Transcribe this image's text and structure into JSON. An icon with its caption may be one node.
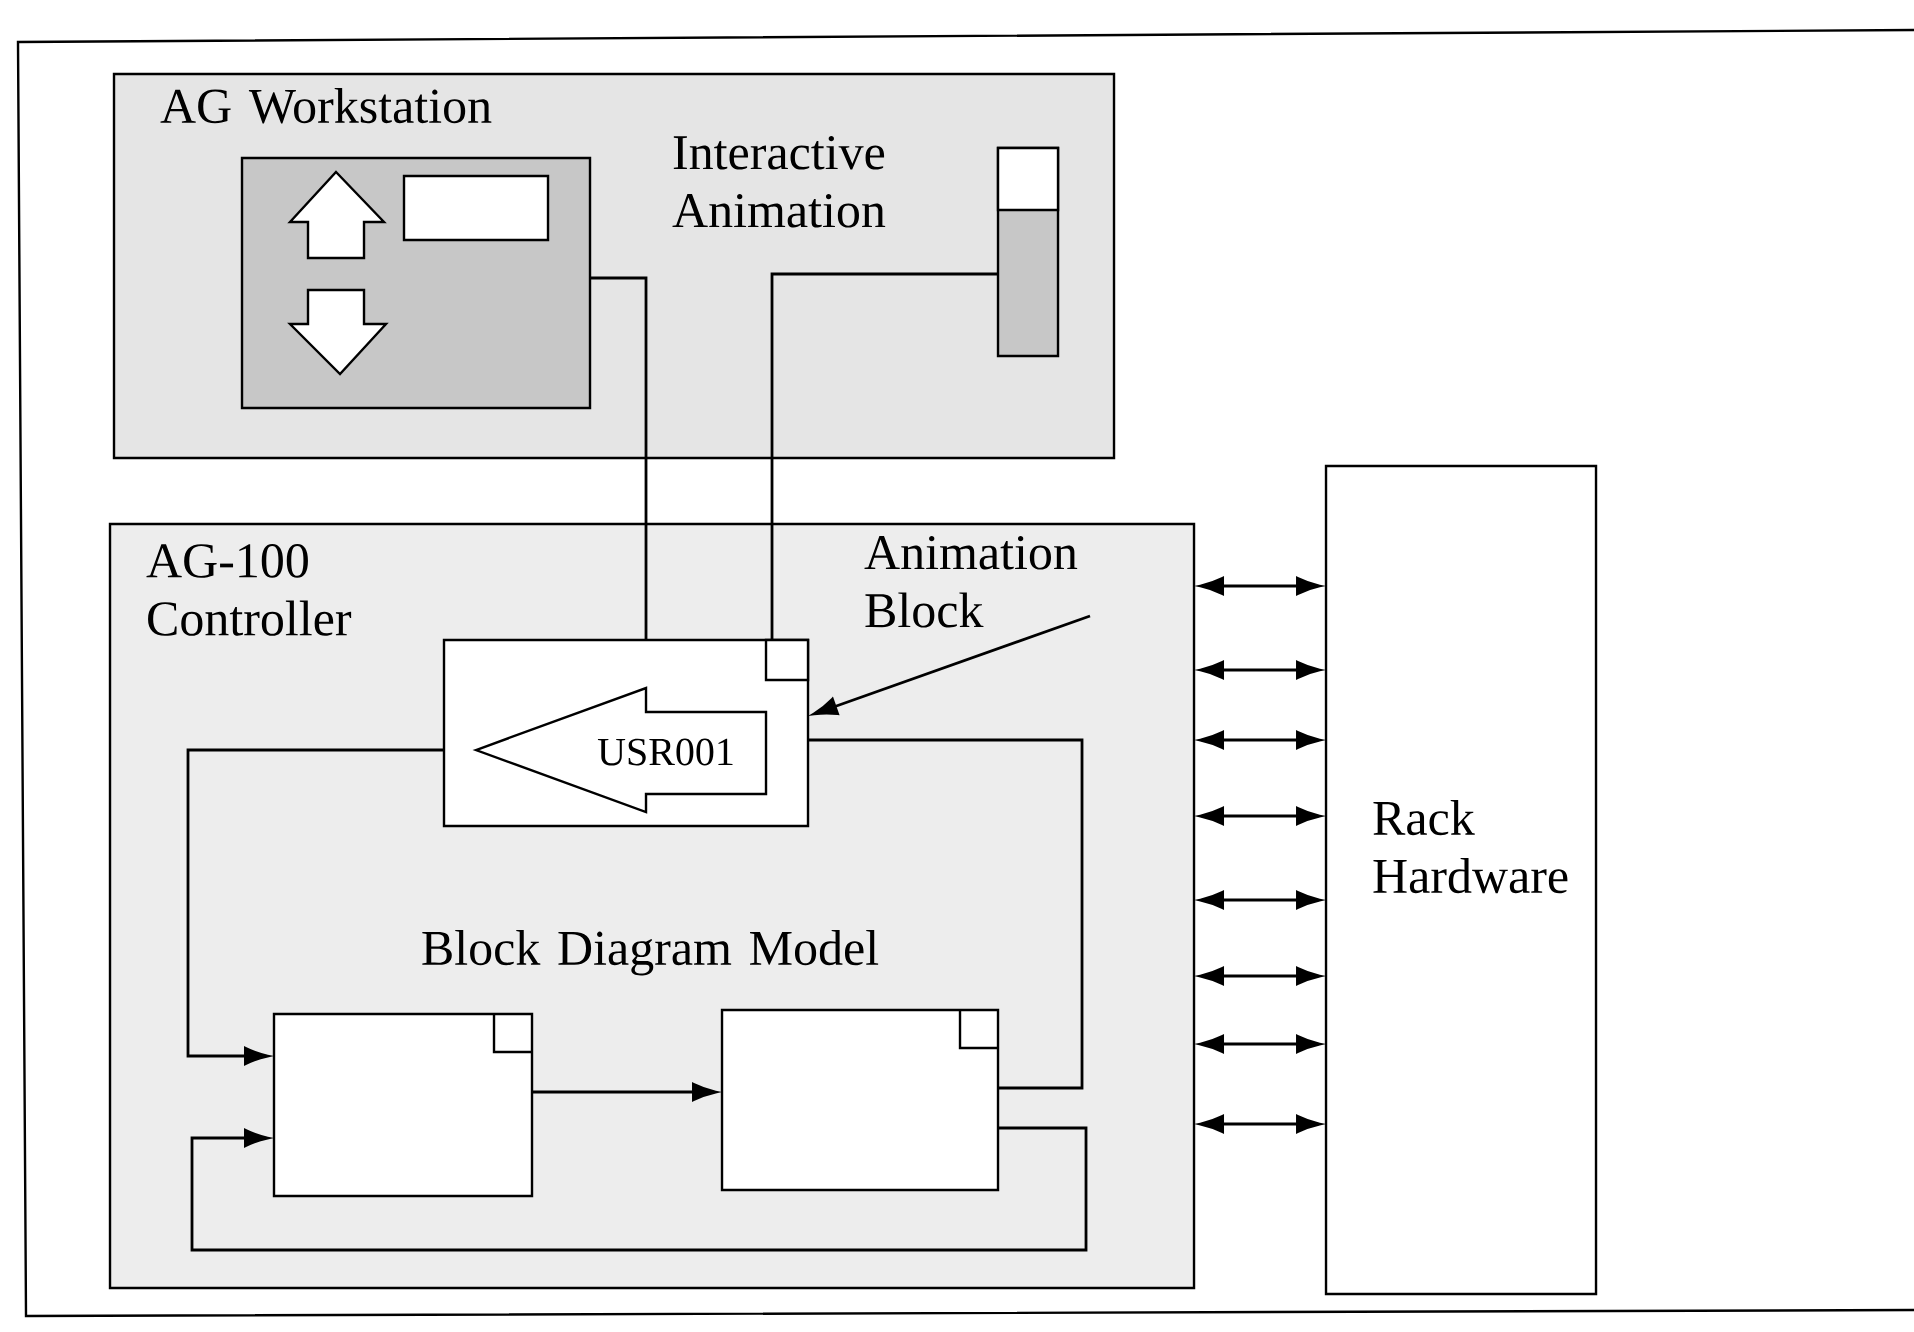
{
  "diagram": {
    "nodes": [
      {
        "text": [
          "AG Workstation"
        ]
      },
      {
        "text": [],
        "shape": "box",
        "in": 0
      },
      {
        "text": [],
        "shape": "bar",
        "in": 0,
        "beside": [
          "Interactive Animation"
        ]
      },
      {
        "text": [
          "AG-100 Controller",
          "Block Diagram Model"
        ]
      },
      {
        "text": [
          "Animation Block"
        ],
        "in": 3
      },
      {
        "text": [
          "USR001"
        ],
        "in": 3
      },
      {
        "text": [],
        "shape": "box",
        "in": 3
      },
      {
        "text": [],
        "shape": "box",
        "in": 3
      },
      {
        "text": [
          "Rack Hardware"
        ]
      }
    ],
    "edges": [
      {
        "from": 1,
        "to": 5,
        "arrow": "none"
      },
      {
        "from": 2,
        "to": 5,
        "arrow": "none"
      },
      {
        "from": 4,
        "to": 5,
        "arrow": "to"
      },
      {
        "from": 5,
        "to": 6,
        "arrow": "to"
      },
      {
        "from": 6,
        "to": 7,
        "arrow": "to"
      },
      {
        "from": 7,
        "to": 5,
        "arrow": "none"
      },
      {
        "from": 7,
        "to": 6,
        "arrow": "to"
      },
      {
        "from": 3,
        "to": 8,
        "arrow": "both"
      },
      {
        "from": 3,
        "to": 8,
        "arrow": "both"
      },
      {
        "from": 3,
        "to": 8,
        "arrow": "both"
      },
      {
        "from": 3,
        "to": 8,
        "arrow": "both"
      },
      {
        "from": 3,
        "to": 8,
        "arrow": "both"
      },
      {
        "from": 3,
        "to": 8,
        "arrow": "both"
      },
      {
        "from": 3,
        "to": 8,
        "arrow": "both"
      },
      {
        "from": 3,
        "to": 8,
        "arrow": "both"
      }
    ]
  }
}
